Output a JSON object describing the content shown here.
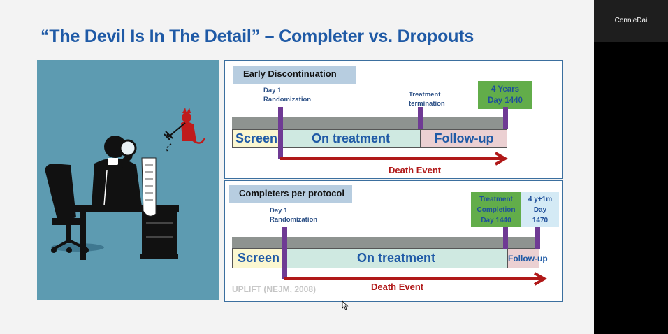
{
  "slide": {
    "title": "“The Devil Is In The Detail” – Completer vs. Dropouts",
    "panel1": {
      "header": "Early Discontinuation",
      "label_randomization_1": "Day 1",
      "label_randomization_2": "Randomization",
      "label_termination_1": "Treatment",
      "label_termination_2": "termination",
      "milestone_1": "4 Years",
      "milestone_2": "Day 1440",
      "segments": {
        "screen": "Screen",
        "on_treatment": "On treatment",
        "follow_up": "Follow-up"
      },
      "death_event": "Death Event"
    },
    "panel2": {
      "header": "Completers per protocol",
      "label_randomization_1": "Day 1",
      "label_randomization_2": "Randomization",
      "completion_1": "Treatment",
      "completion_2": "Completion",
      "completion_3": "Day 1440",
      "end_1": "4 y+1m",
      "end_2": "Day",
      "end_3": "1470",
      "segments": {
        "screen": "Screen",
        "on_treatment": "On treatment",
        "follow_up": "Follow-up"
      },
      "death_event": "Death Event",
      "source": "UPLIFT (NEJM, 2008)"
    }
  },
  "sidebar": {
    "participant_name": "ConnieDai"
  },
  "colors": {
    "title": "#1f5aa6",
    "header_bg": "#b7cde0",
    "screen_bg": "#fbf7d0",
    "treatment_bg": "#cfe9e1",
    "followup_bg": "#ebd0d2",
    "marker": "#6f3a94",
    "milestone_green": "#62ad4a",
    "milestone_blue": "#d4eaf5",
    "death_red": "#b01818"
  },
  "icons": [
    "person-magnifier-illustration",
    "devil-icon",
    "pointer-cursor-icon"
  ]
}
